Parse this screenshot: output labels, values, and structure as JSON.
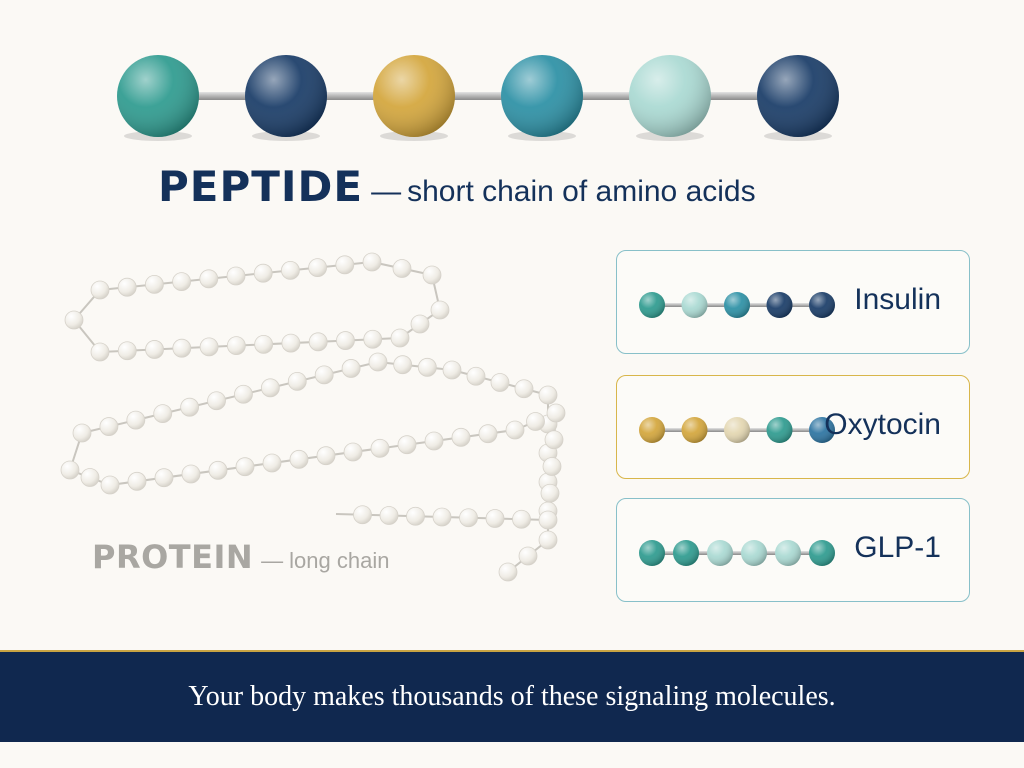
{
  "peptide": {
    "title": "PEPTIDE",
    "dash": "—",
    "description": "short chain of amino acids",
    "bead_colors": [
      "#2c9a8e",
      "#173a66",
      "#d3a53a",
      "#2a8fa4",
      "#a9d9d2",
      "#173a66"
    ]
  },
  "protein": {
    "title": "PROTEIN",
    "dash": "—",
    "description": "long chain",
    "bead_color": "#ece9e2"
  },
  "examples": [
    {
      "name": "Insulin",
      "border_color": "#88c0c9",
      "bead_colors": [
        "#2c9a8e",
        "#a9d9d2",
        "#2a8fa4",
        "#173a66",
        "#173a66"
      ]
    },
    {
      "name": "Oxytocin",
      "border_color": "#d8b64b",
      "bead_colors": [
        "#d3a53a",
        "#d3a53a",
        "#e3d6b0",
        "#2c9a8e",
        "#2a72a0"
      ]
    },
    {
      "name": "GLP-1",
      "border_color": "#88c0c9",
      "bead_colors": [
        "#2c9a8e",
        "#2c9a8e",
        "#a9d9d2",
        "#a9d9d2",
        "#a9d9d2",
        "#2c9a8e"
      ]
    }
  ],
  "footer": {
    "text": "Your body makes thousands of these signaling molecules."
  }
}
